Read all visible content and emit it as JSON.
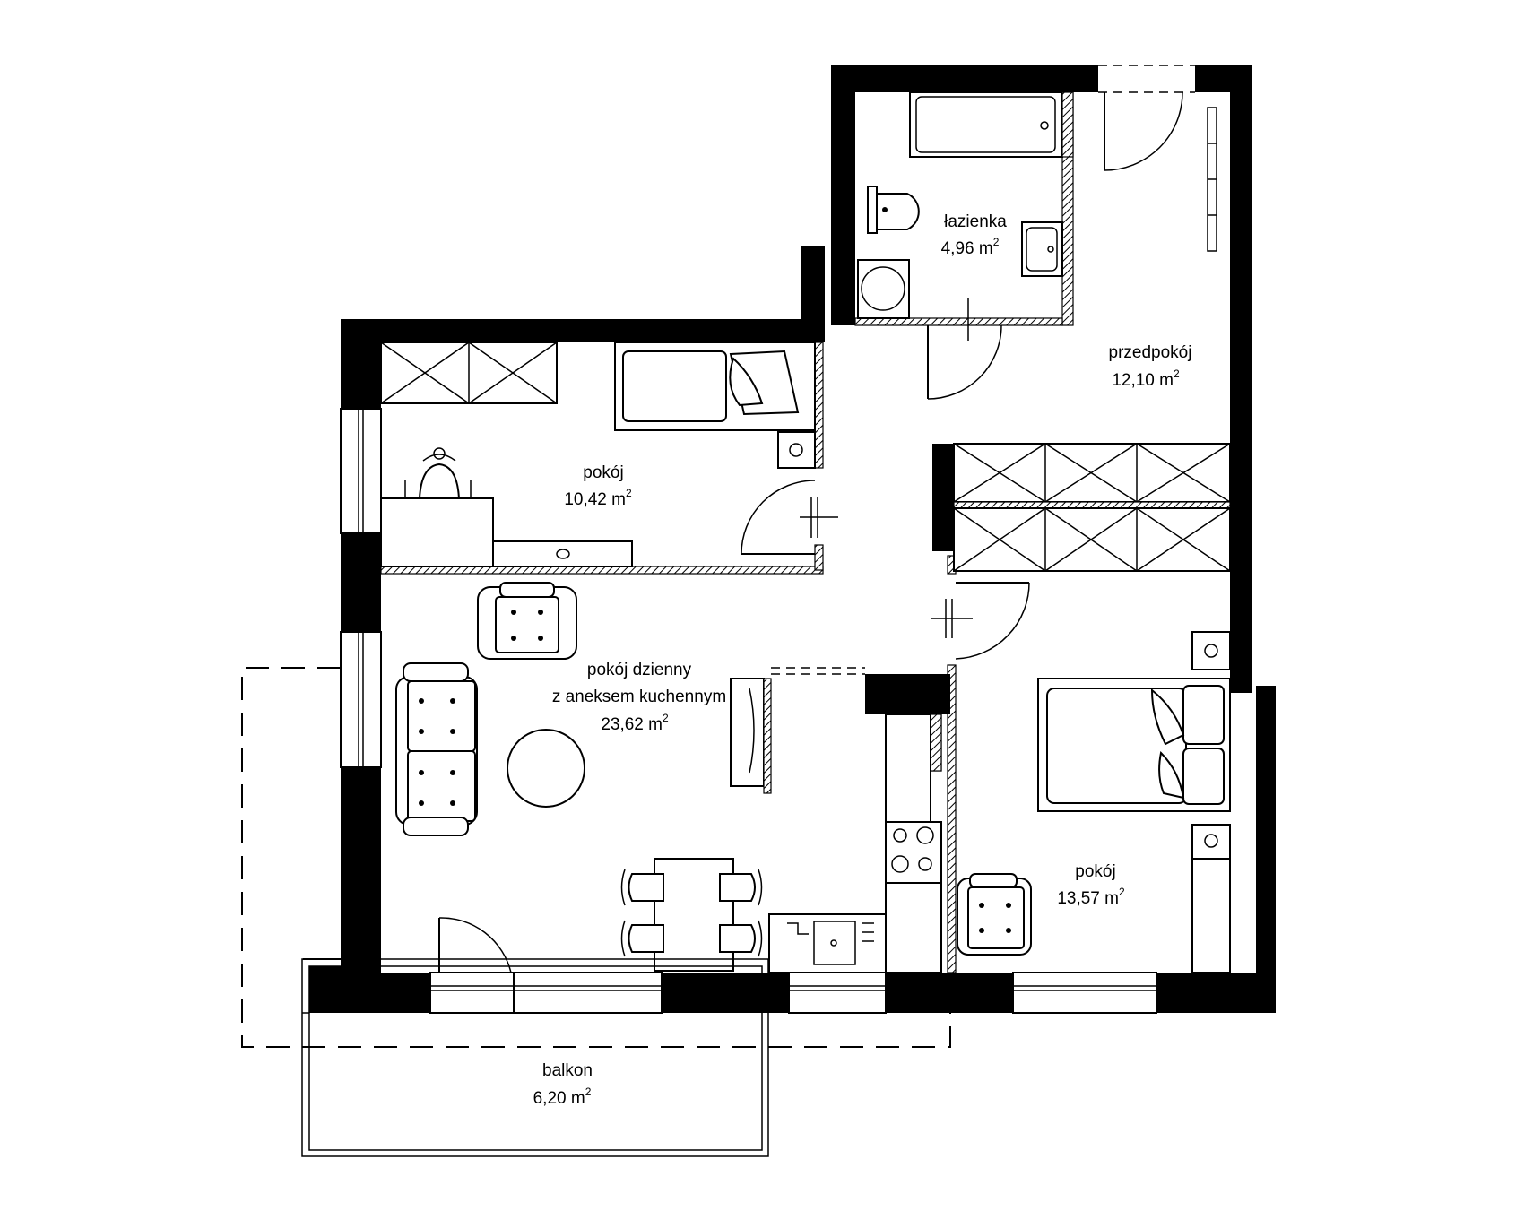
{
  "rooms": [
    {
      "id": "lazienka",
      "name": "łazienka",
      "area": "4,96",
      "unit": "m",
      "unit_exp": "2"
    },
    {
      "id": "przedpokoj",
      "name": "przedpokój",
      "area": "12,10",
      "unit": "m",
      "unit_exp": "2"
    },
    {
      "id": "pokoj1",
      "name": "pokój",
      "area": "10,42",
      "unit": "m",
      "unit_exp": "2"
    },
    {
      "id": "dzienny",
      "name": "pokój dzienny",
      "name2": "z aneksem kuchennym",
      "area": "23,62",
      "unit": "m",
      "unit_exp": "2"
    },
    {
      "id": "pokoj2",
      "name": "pokój",
      "area": "13,57",
      "unit": "m",
      "unit_exp": "2"
    },
    {
      "id": "balkon",
      "name": "balkon",
      "area": "6,20",
      "unit": "m",
      "unit_exp": "2"
    }
  ]
}
